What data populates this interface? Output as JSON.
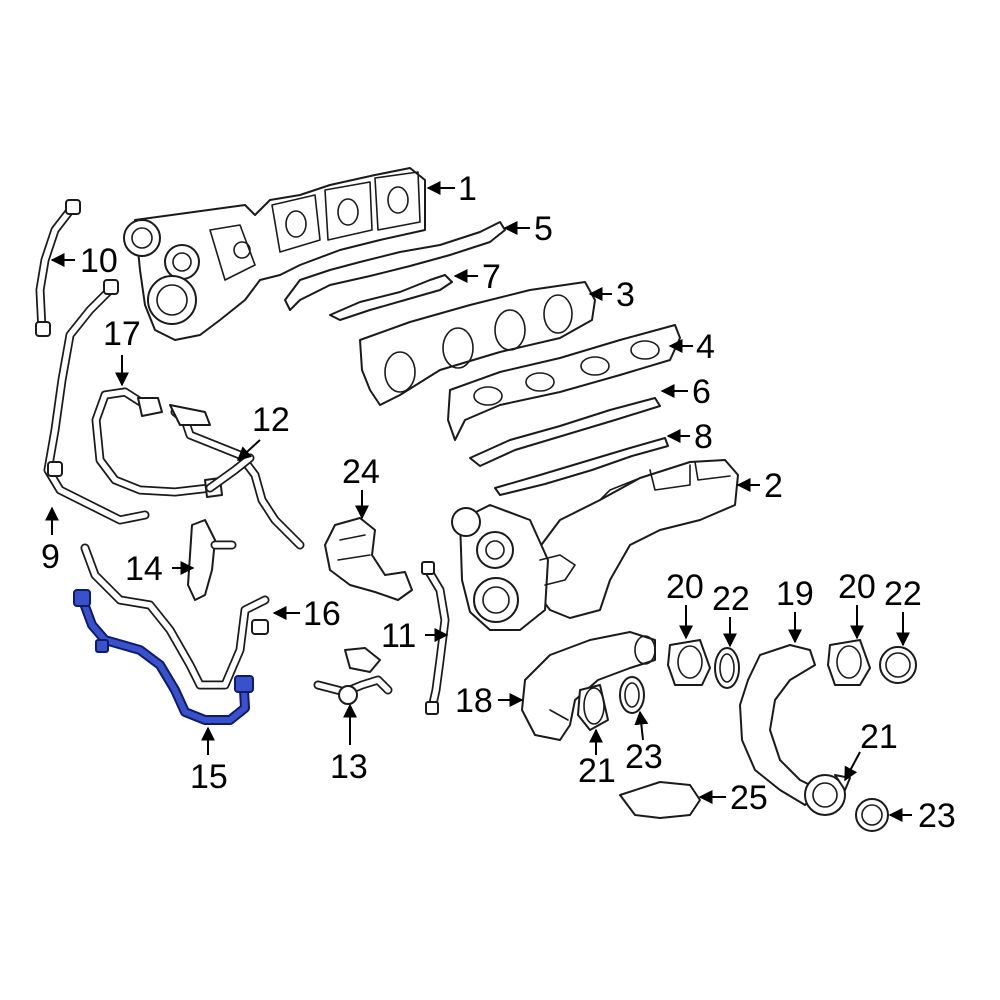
{
  "diagram": {
    "highlight_color": "#3a52c9",
    "line_color": "#1a1a1a",
    "callouts": [
      {
        "id": "c1",
        "label": "1"
      },
      {
        "id": "c2",
        "label": "2"
      },
      {
        "id": "c3",
        "label": "3"
      },
      {
        "id": "c4",
        "label": "4"
      },
      {
        "id": "c5",
        "label": "5"
      },
      {
        "id": "c6",
        "label": "6"
      },
      {
        "id": "c7",
        "label": "7"
      },
      {
        "id": "c8",
        "label": "8"
      },
      {
        "id": "c9",
        "label": "9"
      },
      {
        "id": "c10",
        "label": "10"
      },
      {
        "id": "c11",
        "label": "11"
      },
      {
        "id": "c12",
        "label": "12"
      },
      {
        "id": "c13",
        "label": "13"
      },
      {
        "id": "c14",
        "label": "14"
      },
      {
        "id": "c15",
        "label": "15"
      },
      {
        "id": "c16",
        "label": "16"
      },
      {
        "id": "c17",
        "label": "17"
      },
      {
        "id": "c18",
        "label": "18"
      },
      {
        "id": "c19",
        "label": "19"
      },
      {
        "id": "c20a",
        "label": "20"
      },
      {
        "id": "c20b",
        "label": "20"
      },
      {
        "id": "c21a",
        "label": "21"
      },
      {
        "id": "c21b",
        "label": "21"
      },
      {
        "id": "c22a",
        "label": "22"
      },
      {
        "id": "c22b",
        "label": "22"
      },
      {
        "id": "c23a",
        "label": "23"
      },
      {
        "id": "c23b",
        "label": "23"
      },
      {
        "id": "c24",
        "label": "24"
      },
      {
        "id": "c25",
        "label": "25"
      }
    ]
  }
}
